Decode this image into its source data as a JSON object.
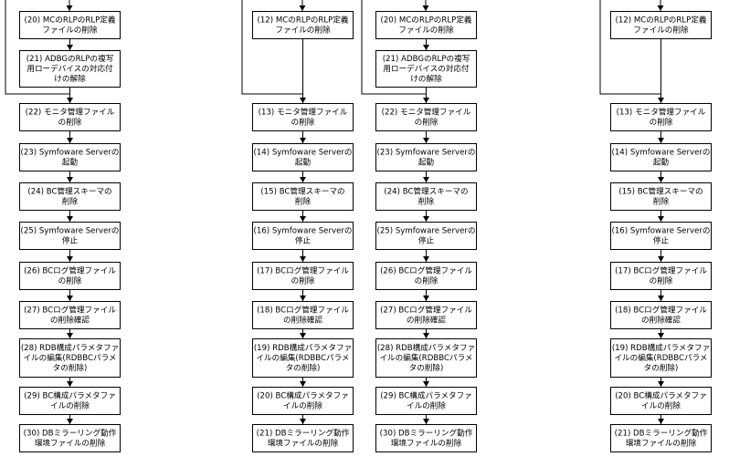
{
  "columns": [
    {
      "steps": [
        [
          "(20) MCのRLPのRLP定義",
          "ファイルの削除"
        ],
        [
          "(21) ADBGのRLPの複写",
          "用ローデバイスの対応付",
          "けの解除"
        ],
        [
          "(22) モニタ管理ファイル",
          "の削除"
        ],
        [
          "(23) Symfoware Serverの",
          "起動"
        ],
        [
          "(24) BC管理スキーマの",
          "削除"
        ],
        [
          "(25) Symfoware Serverの",
          "停止"
        ],
        [
          "(26) BCログ管理ファイル",
          "の削除"
        ],
        [
          "(27) BCログ管理ファイル",
          "の削除確認"
        ],
        [
          "(28) RDB構成パラメタファ",
          "イルの編集(RDBBCパラメ",
          "タの削除)"
        ],
        [
          "(29) BC構成パラメタファ",
          "イルの削除"
        ],
        [
          "(30) DBミラーリング動作",
          "環境ファイルの削除"
        ]
      ]
    },
    {
      "steps": [
        [
          "(12) MCのRLPのRLP定義",
          "ファイルの削除"
        ],
        [
          "(13) モニタ管理ファイル",
          "の削除"
        ],
        [
          "(14) Symfoware Serverの",
          "起動"
        ],
        [
          "(15) BC管理スキーマの",
          "削除"
        ],
        [
          "(16) Symfoware Serverの",
          "停止"
        ],
        [
          "(17) BCログ管理ファイル",
          "の削除"
        ],
        [
          "(18) BCログ管理ファイル",
          "の削除確認"
        ],
        [
          "(19) RDB構成パラメタファ",
          "イルの編集(RDBBCパラメ",
          "タの削除)"
        ],
        [
          "(20) BC構成パラメタファ",
          "イルの削除"
        ],
        [
          "(21) DBミラーリング動作",
          "環境ファイルの削除"
        ]
      ]
    },
    {
      "steps": [
        [
          "(20) MCのRLPのRLP定義",
          "ファイルの削除"
        ],
        [
          "(21) ADBGのRLPの複写",
          "用ローデバイスの対応付",
          "けの解除"
        ],
        [
          "(22) モニタ管理ファイル",
          "の削除"
        ],
        [
          "(23) Symfoware Serverの",
          "起動"
        ],
        [
          "(24) BC管理スキーマの",
          "削除"
        ],
        [
          "(25) Symfoware Serverの",
          "停止"
        ],
        [
          "(26) BCログ管理ファイル",
          "の削除"
        ],
        [
          "(27) BCログ管理ファイル",
          "の削除確認"
        ],
        [
          "(28) RDB構成パラメタファ",
          "イルの編集(RDBBCパラメ",
          "タの削除)"
        ],
        [
          "(29) BC構成パラメタファ",
          "イルの削除"
        ],
        [
          "(30) DBミラーリング動作",
          "環境ファイルの削除"
        ]
      ]
    },
    {
      "steps": [
        [
          "(12) MCのRLPのRLP定義",
          "ファイルの削除"
        ],
        [
          "(13) モニタ管理ファイル",
          "の削除"
        ],
        [
          "(14) Symfoware Serverの",
          "起動"
        ],
        [
          "(15) BC管理スキーマの",
          "削除"
        ],
        [
          "(16) Symfoware Serverの",
          "停止"
        ],
        [
          "(17) BCログ管理ファイル",
          "の削除"
        ],
        [
          "(18) BCログ管理ファイル",
          "の削除確認"
        ],
        [
          "(19) RDB構成パラメタファ",
          "イルの編集(RDBBCパラメ",
          "タの削除)"
        ],
        [
          "(20) BC構成パラメタファ",
          "イルの削除"
        ],
        [
          "(21) DBミラーリング動作",
          "環境ファイルの削除"
        ]
      ]
    }
  ]
}
